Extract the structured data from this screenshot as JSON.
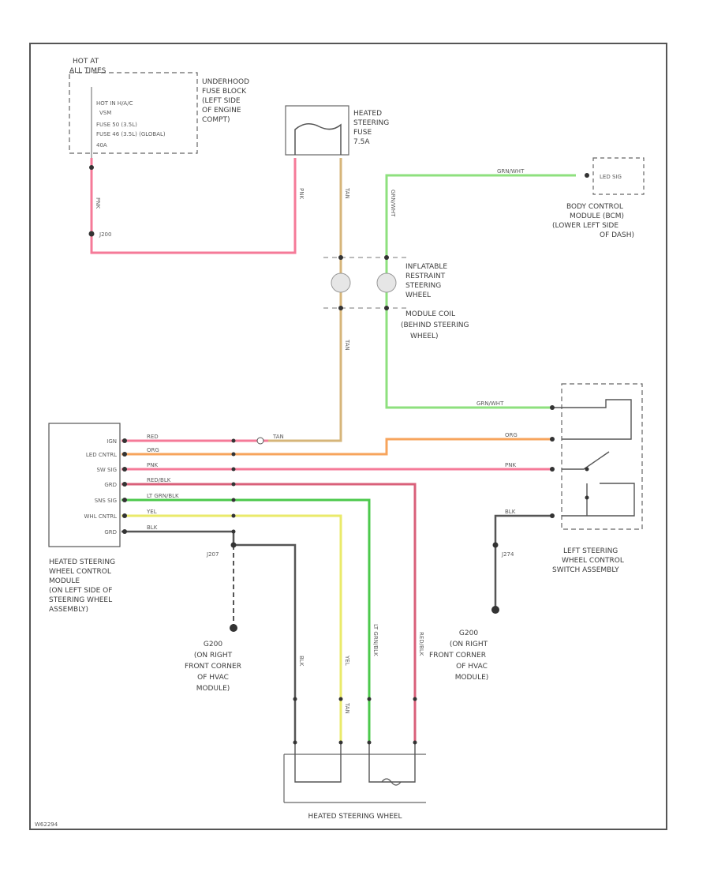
{
  "colors": {
    "pink": "#f57a98",
    "tan": "#d6b579",
    "green": "#8ee07e",
    "orange": "#f7a45c",
    "red_black": "#d9607a",
    "lt_green_black": "#4cc94c",
    "yellow": "#eaea6a",
    "black": "#555555",
    "frame": "#555555"
  },
  "labels": {
    "hot_at_all_times": [
      "HOT AT",
      "ALL TIMES"
    ],
    "underhood_fuse_block": [
      "UNDERHOOD",
      "FUSE BLOCK",
      "(LEFT SIDE",
      "OF ENGINE",
      "COMPT)"
    ],
    "fuse_block_inner": [
      "HOT IN H/A/C",
      "VSM",
      "FUSE 50  (3.5L)",
      "FUSE 46  (3.5L) (GLOBAL)",
      "40A"
    ],
    "heated_steering_fuse": [
      "HEATED",
      "STEERING",
      "FUSE",
      "7.5A"
    ],
    "bcm": [
      "BODY CONTROL",
      "MODULE (BCM)",
      "(LOWER LEFT SIDE",
      "OF DASH)"
    ],
    "bcm_inner": "LED SIG",
    "clockspring": [
      "INFLATABLE",
      "RESTRAINT",
      "STEERING",
      "WHEEL",
      "MODULE COIL",
      "(BEHIND STEERING",
      "WHEEL)"
    ],
    "hswcm": [
      "HEATED STEERING",
      "WHEEL CONTROL",
      "MODULE",
      "(ON LEFT SIDE OF",
      "STEERING WHEEL",
      "ASSEMBLY)"
    ],
    "lswcs": [
      "LEFT STEERING",
      "WHEEL CONTROL",
      "SWITCH ASSEMBLY"
    ],
    "g200_left": [
      "G200",
      "(ON RIGHT",
      "FRONT CORNER",
      "OF HVAC",
      "MODULE)"
    ],
    "g200_right": [
      "G200",
      "(ON RIGHT",
      "FRONT CORNER",
      "OF HVAC",
      "MODULE)"
    ],
    "heated_steering_wheel": "HEATED STEERING WHEEL",
    "module_pins": [
      "IGN",
      "LED CNTRL",
      "SW SIG",
      "GRD",
      "SNS SIG",
      "WHL CNTRL",
      "GRD"
    ],
    "splices": [
      "J200",
      "J207",
      "J274"
    ],
    "diagram_id": "W62294"
  },
  "wire_labels": {
    "pink_fuse": "PNK",
    "pink_splice": "PNK",
    "tan_top": "TAN",
    "tan_mid": "TAN",
    "tan_bottom": "TAN",
    "green_top": "GRN/WHT",
    "green_mid": "GRN/WHT",
    "green_ysw": "GRN/WHT",
    "red_1": "RED",
    "org_1": "ORG",
    "pnk_1": "PNK",
    "red_blk_1": "RED/BLK",
    "lt_grn_blk_1": "LT GRN/BLK",
    "yel_1": "YEL",
    "blk_1": "BLK",
    "blk_2": "BLK",
    "org_sw": "ORG",
    "pnk_sw": "PNK",
    "yel_down": "YEL",
    "ltgrn_down": "LT GRN/BLK",
    "red_down": "RED/BLK",
    "blk_down": "BLK",
    "tan_conn": "TAN"
  }
}
